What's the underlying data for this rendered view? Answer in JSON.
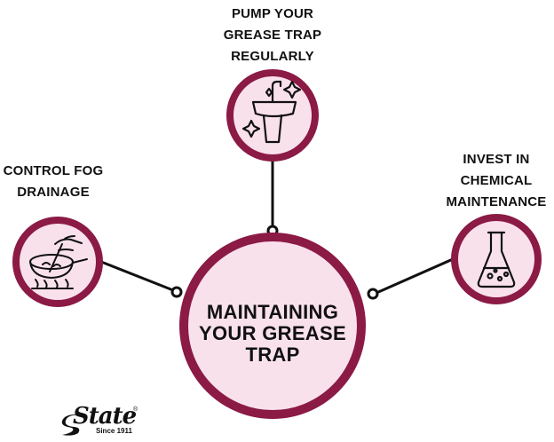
{
  "center": {
    "title": "MAINTAINING YOUR GREASE TRAP"
  },
  "nodes": [
    {
      "label": "PUMP YOUR GREASE TRAP REGULARLY",
      "icon": "sink-sparkle-icon"
    },
    {
      "label": "CONTROL FOG DRAINAGE",
      "icon": "frying-pan-stir-icon"
    },
    {
      "label": "INVEST IN CHEMICAL MAINTENANCE",
      "icon": "flask-icon"
    }
  ],
  "logo": {
    "word": "State",
    "since": "Since 1911",
    "mark": "®"
  },
  "colors": {
    "ring": "#8b1a45",
    "fill": "#f9e1ec",
    "line": "#111111"
  }
}
